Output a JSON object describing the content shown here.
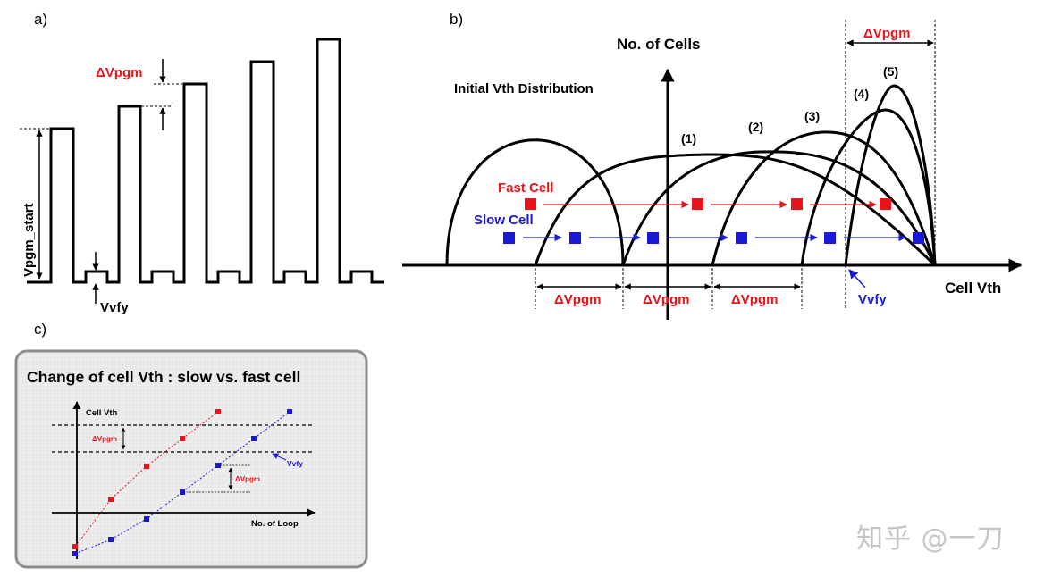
{
  "panel_a": {
    "label": "a)",
    "dvpgm": "ΔVpgm",
    "vpgm_start": "Vpgm_start",
    "vvfy": "Vvfy"
  },
  "panel_b": {
    "label": "b)",
    "y_axis": "No. of Cells",
    "x_axis": "Cell Vth",
    "initial": "Initial Vth Distribution",
    "fast": "Fast Cell",
    "slow": "Slow Cell",
    "vvfy": "Vvfy",
    "dvpgm": "ΔVpgm",
    "step_labels": [
      "(1)",
      "(2)",
      "(3)",
      "(4)",
      "(5)"
    ]
  },
  "panel_c": {
    "label": "c)",
    "title": "Change of cell Vth : slow vs. fast cell",
    "y_axis": "Cell Vth",
    "x_axis": "No. of Loop",
    "dvpgm": "ΔVpgm",
    "vvfy": "Vvfy"
  },
  "colors": {
    "fast": "#e8141b",
    "slow": "#1a1ad6"
  },
  "watermark": "知乎 @一刀"
}
